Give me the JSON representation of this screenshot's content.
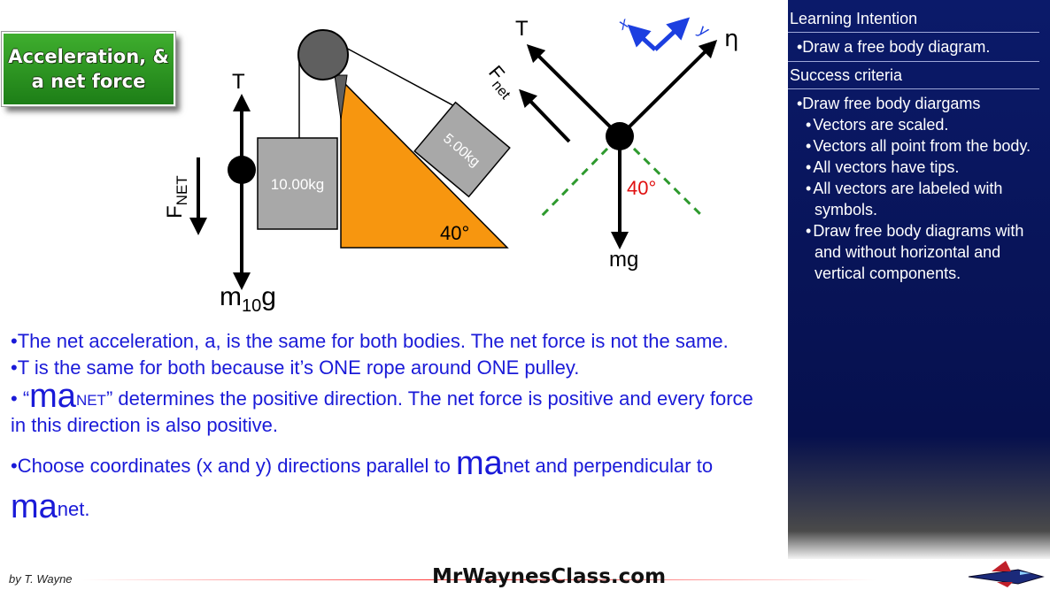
{
  "title": {
    "line1": "Acceleration, &",
    "line2": "a net force"
  },
  "diagram": {
    "left": {
      "tension_label": "T",
      "net_force_label": "F",
      "net_force_sub": "NET",
      "weight_main": "m",
      "weight_sub": "10",
      "weight_tail": "g",
      "hanging_mass_label": "10.00kg",
      "incline_mass_label": "5.00kg",
      "incline_angle_label": "40°"
    },
    "right": {
      "tension_label": "T",
      "net_force_label": "F",
      "net_force_sub": "net",
      "normal_label": "η",
      "weight_label": "mg",
      "angle_label": "40°",
      "axis_x": "x",
      "axis_y": "y"
    }
  },
  "notes": {
    "p1": "•The net acceleration, a, is the same for both bodies. The net force is not the same.",
    "p2": "•T is the same for both because it’s ONE rope around ONE pulley.",
    "p3_pre": "• “",
    "p3_ma": "ma",
    "p3_sub": "NET",
    "p3_post": "” determines the positive direction. The net force is positive and every force in this direction is also positive.",
    "p4_pre": "•Choose coordinates (x and y) directions parallel to ",
    "p4_ma1": "ma",
    "p4_mid": "net and perpendicular to ",
    "p4_ma2": "ma",
    "p4_end": "net."
  },
  "panel": {
    "learning_intention_header": "Learning Intention",
    "learning_intention": "•Draw a free body diagram.",
    "success_criteria_header": "Success criteria",
    "success_main": "•Draw free body diargams",
    "criteria": [
      "Vectors are scaled.",
      "Vectors all point from the body.",
      "All vectors have tips.",
      "All vectors are labeled with symbols.",
      "Draw free body diagrams with and without horizontal and vertical components."
    ]
  },
  "footer": {
    "author": "by T. Wayne",
    "site": "MrWaynesClass.com"
  },
  "colors": {
    "incline": "#f7960f",
    "block": "#a8a8a8",
    "pulley": "#5f5f5f",
    "normal_dash": "#2e9a2e",
    "axis_blue": "#1c3fe0",
    "text_blue": "#1a1ad8",
    "angle_red": "#e01010",
    "panel_bg": "#0b1a6a"
  }
}
